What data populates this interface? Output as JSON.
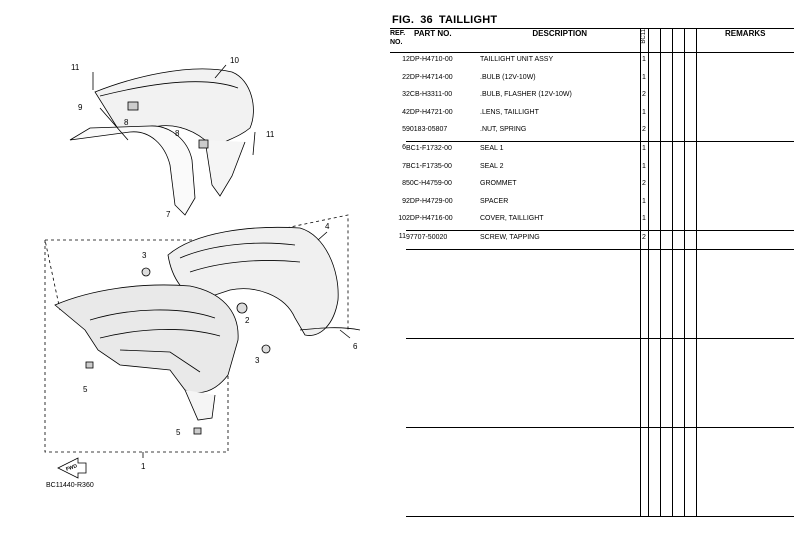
{
  "figure": {
    "label": "FIG.",
    "number": "36",
    "title": "TAILLIGHT"
  },
  "headers": {
    "ref_no_line1": "REF.",
    "ref_no_line2": "NO.",
    "part_no": "PART NO.",
    "description": "DESCRIPTION",
    "qty_model": "BC11",
    "remarks": "REMARKS"
  },
  "parts": [
    {
      "ref": "1",
      "part_no": "2DP-H4710-00",
      "description": "TAILLIGHT UNIT ASSY",
      "qty": "1"
    },
    {
      "ref": "2",
      "part_no": "2DP-H4714-00",
      "description": ".BULB (12V-10W)",
      "qty": "1"
    },
    {
      "ref": "3",
      "part_no": "2CB-H3311-00",
      "description": ".BULB, FLASHER (12V-10W)",
      "qty": "2"
    },
    {
      "ref": "4",
      "part_no": "2DP-H4721-00",
      "description": ".LENS, TAILLIGHT",
      "qty": "1"
    },
    {
      "ref": "5",
      "part_no": "90183-05807",
      "description": ".NUT, SPRING",
      "qty": "2"
    },
    {
      "ref": "6",
      "part_no": "BC1-F1732-00",
      "description": "SEAL 1",
      "qty": "1"
    },
    {
      "ref": "7",
      "part_no": "BC1-F1735-00",
      "description": "SEAL 2",
      "qty": "1"
    },
    {
      "ref": "8",
      "part_no": "50C-H4759-00",
      "description": "GROMMET",
      "qty": "2"
    },
    {
      "ref": "9",
      "part_no": "2DP-H4729-00",
      "description": "SPACER",
      "qty": "1"
    },
    {
      "ref": "10",
      "part_no": "2DP-H4716-00",
      "description": "COVER, TAILLIGHT",
      "qty": "1"
    },
    {
      "ref": "11",
      "part_no": "97707-50020",
      "description": "SCREW, TAPPING",
      "qty": "2"
    }
  ],
  "diagram": {
    "callouts": [
      "11",
      "10",
      "9",
      "8",
      "8",
      "11",
      "7",
      "4",
      "3",
      "2",
      "3",
      "5",
      "6",
      "5",
      "1"
    ],
    "fwd_label": "FWD",
    "code": "BC11440-R360"
  }
}
